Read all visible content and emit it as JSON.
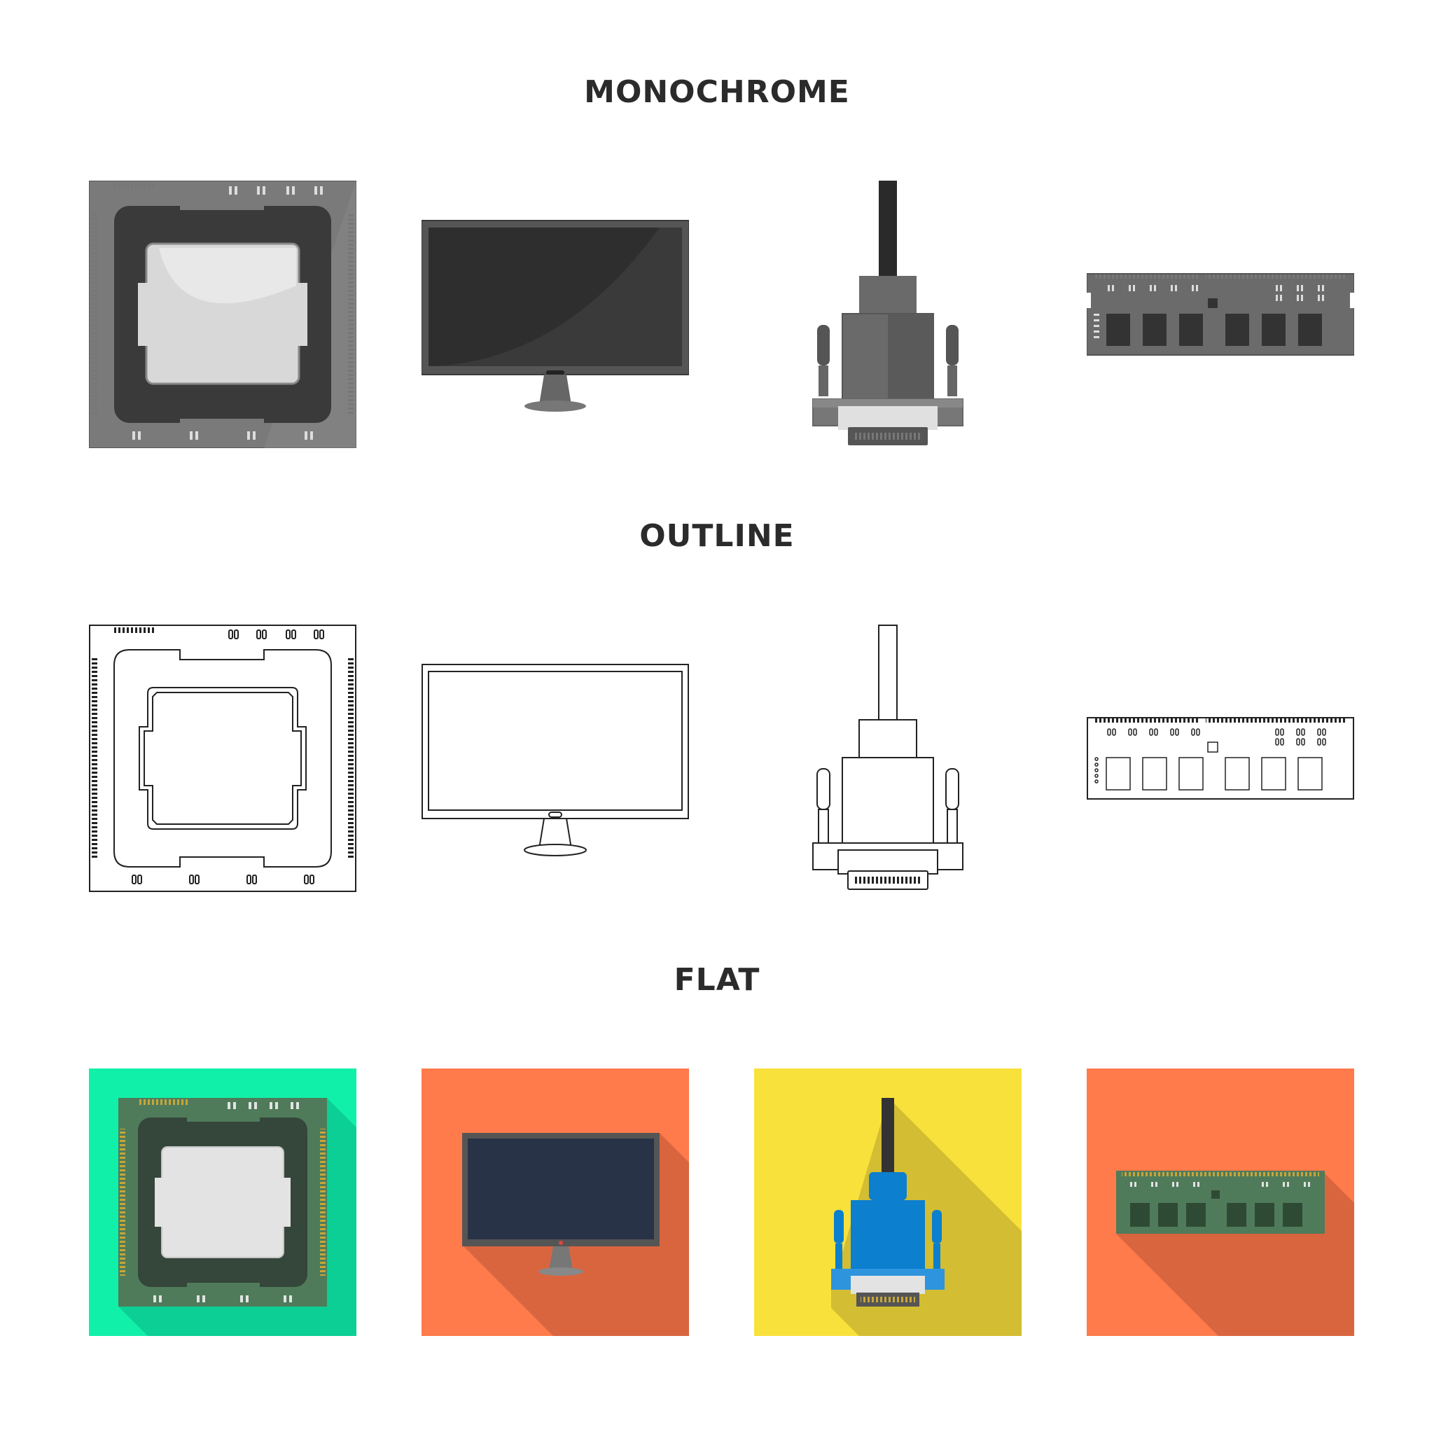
{
  "sections": {
    "monochrome": "MONOCHROME",
    "outline": "OUTLINE",
    "flat": "FLAT"
  },
  "icons": {
    "processor": "cpu-icon",
    "monitor": "monitor-icon",
    "connector": "vga-connector-icon",
    "memory": "ram-module-icon"
  },
  "colors": {
    "text": "#2b2b2b",
    "flat_cpu_bg": "#11f0a8",
    "flat_monitor_bg": "#ff7b4b",
    "flat_connector_bg": "#f9e13c",
    "flat_ram_bg": "#ff7b4b",
    "flat_pcb": "#4f7b5a",
    "flat_screen": "#283347",
    "flat_connector_blue": "#0c7fcf"
  }
}
